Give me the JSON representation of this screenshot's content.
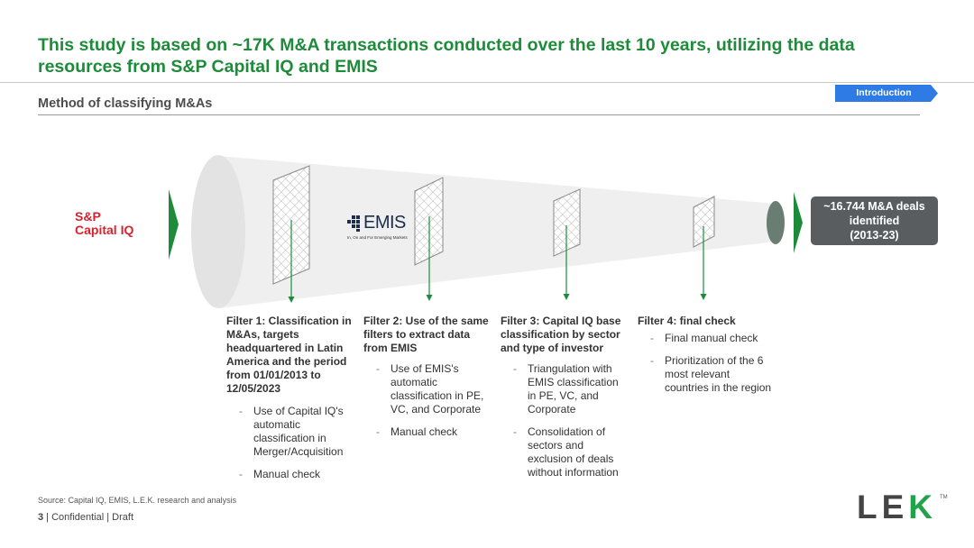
{
  "title": "This study is based on ~17K M&A transactions conducted over the last 10 years, utilizing the data resources from S&P Capital IQ and EMIS",
  "subtitle": "Method of classifying M&As",
  "tag": "Introduction",
  "logos": {
    "sp_line1": "S&P",
    "sp_line2": "Capital IQ",
    "emis_word": "EMIS",
    "emis_tagline": "In, On and For Emerging Markets"
  },
  "result": {
    "line1": "~16.744 M&A deals",
    "line2": "identified",
    "line3": "(2013-23)"
  },
  "filters": [
    {
      "title": "Filter 1: Classification in M&As, targets headquartered in Latin America and the period from 01/01/2013 to 12/05/2023",
      "bullets": [
        "Use of Capital IQ's automatic classification in Merger/Acquisition",
        "Manual check"
      ]
    },
    {
      "title": "Filter 2: Use of the same filters to extract data from EMIS",
      "bullets": [
        "Use of EMIS's automatic classification in PE, VC, and Corporate",
        "Manual check"
      ]
    },
    {
      "title": "Filter 3: Capital IQ base classification by sector and type of investor",
      "bullets": [
        "Triangulation with EMIS classification in PE, VC, and Corporate",
        "Consolidation of sectors and exclusion of deals without information"
      ]
    },
    {
      "title": "Filter 4: final check",
      "bullets": [
        "Final manual check",
        "Prioritization of the 6 most relevant countries in the region"
      ]
    }
  ],
  "bullet_dash": "-",
  "source": "Source: Capital IQ, EMIS, L.E.K. research and analysis",
  "footer": {
    "page": "3",
    "text": " | Confidential | Draft"
  },
  "brand": {
    "l": "L",
    "e": "E",
    "k": "K",
    "tm": "TM"
  },
  "colors": {
    "accent_green": "#1e8b3a",
    "tag_blue": "#2f7be5",
    "result_box": "#5a5d60",
    "funnel": "#eeeeee"
  }
}
